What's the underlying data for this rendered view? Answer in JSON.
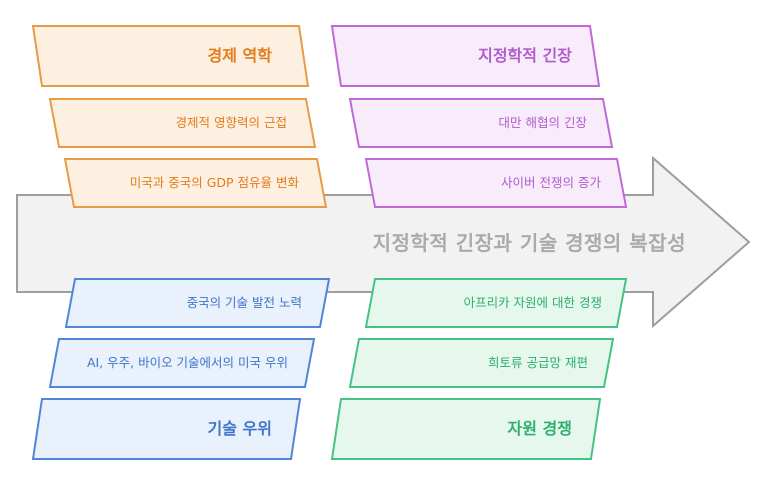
{
  "title": "지정학적 긴장과 기술 경쟁의 복잡성",
  "colors": {
    "arrow_fill": "#f2f2f2",
    "arrow_stroke": "#9e9e9e",
    "title_text": "#aaaaaa"
  },
  "groups": {
    "economic": {
      "label": "경제 역학",
      "items": [
        "경제적 영향력의 근접",
        "미국과 중국의 GDP 점유율 변화"
      ],
      "colors": {
        "fill": "#fdf0e0",
        "stroke": "#e79a48",
        "text": "#e27d1e"
      }
    },
    "geopolitical": {
      "label": "지정학적 긴장",
      "items": [
        "대만 해협의 긴장",
        "사이버 전쟁의 증가"
      ],
      "colors": {
        "fill": "#f8ecfb",
        "stroke": "#c06ad8",
        "text": "#b15ccc"
      }
    },
    "technology": {
      "label": "기술 우위",
      "items": [
        "중국의 기술 발전 노력",
        "AI, 우주, 바이오 기술에서의 미국 우위"
      ],
      "colors": {
        "fill": "#e9f1fd",
        "stroke": "#4f86d8",
        "text": "#3f76c8"
      }
    },
    "resource": {
      "label": "자원 경쟁",
      "items": [
        "아프리카 자원에 대한 경쟁",
        "희토류 공급망 재편"
      ],
      "colors": {
        "fill": "#e6f8ee",
        "stroke": "#45c383",
        "text": "#2fae6e"
      }
    }
  }
}
